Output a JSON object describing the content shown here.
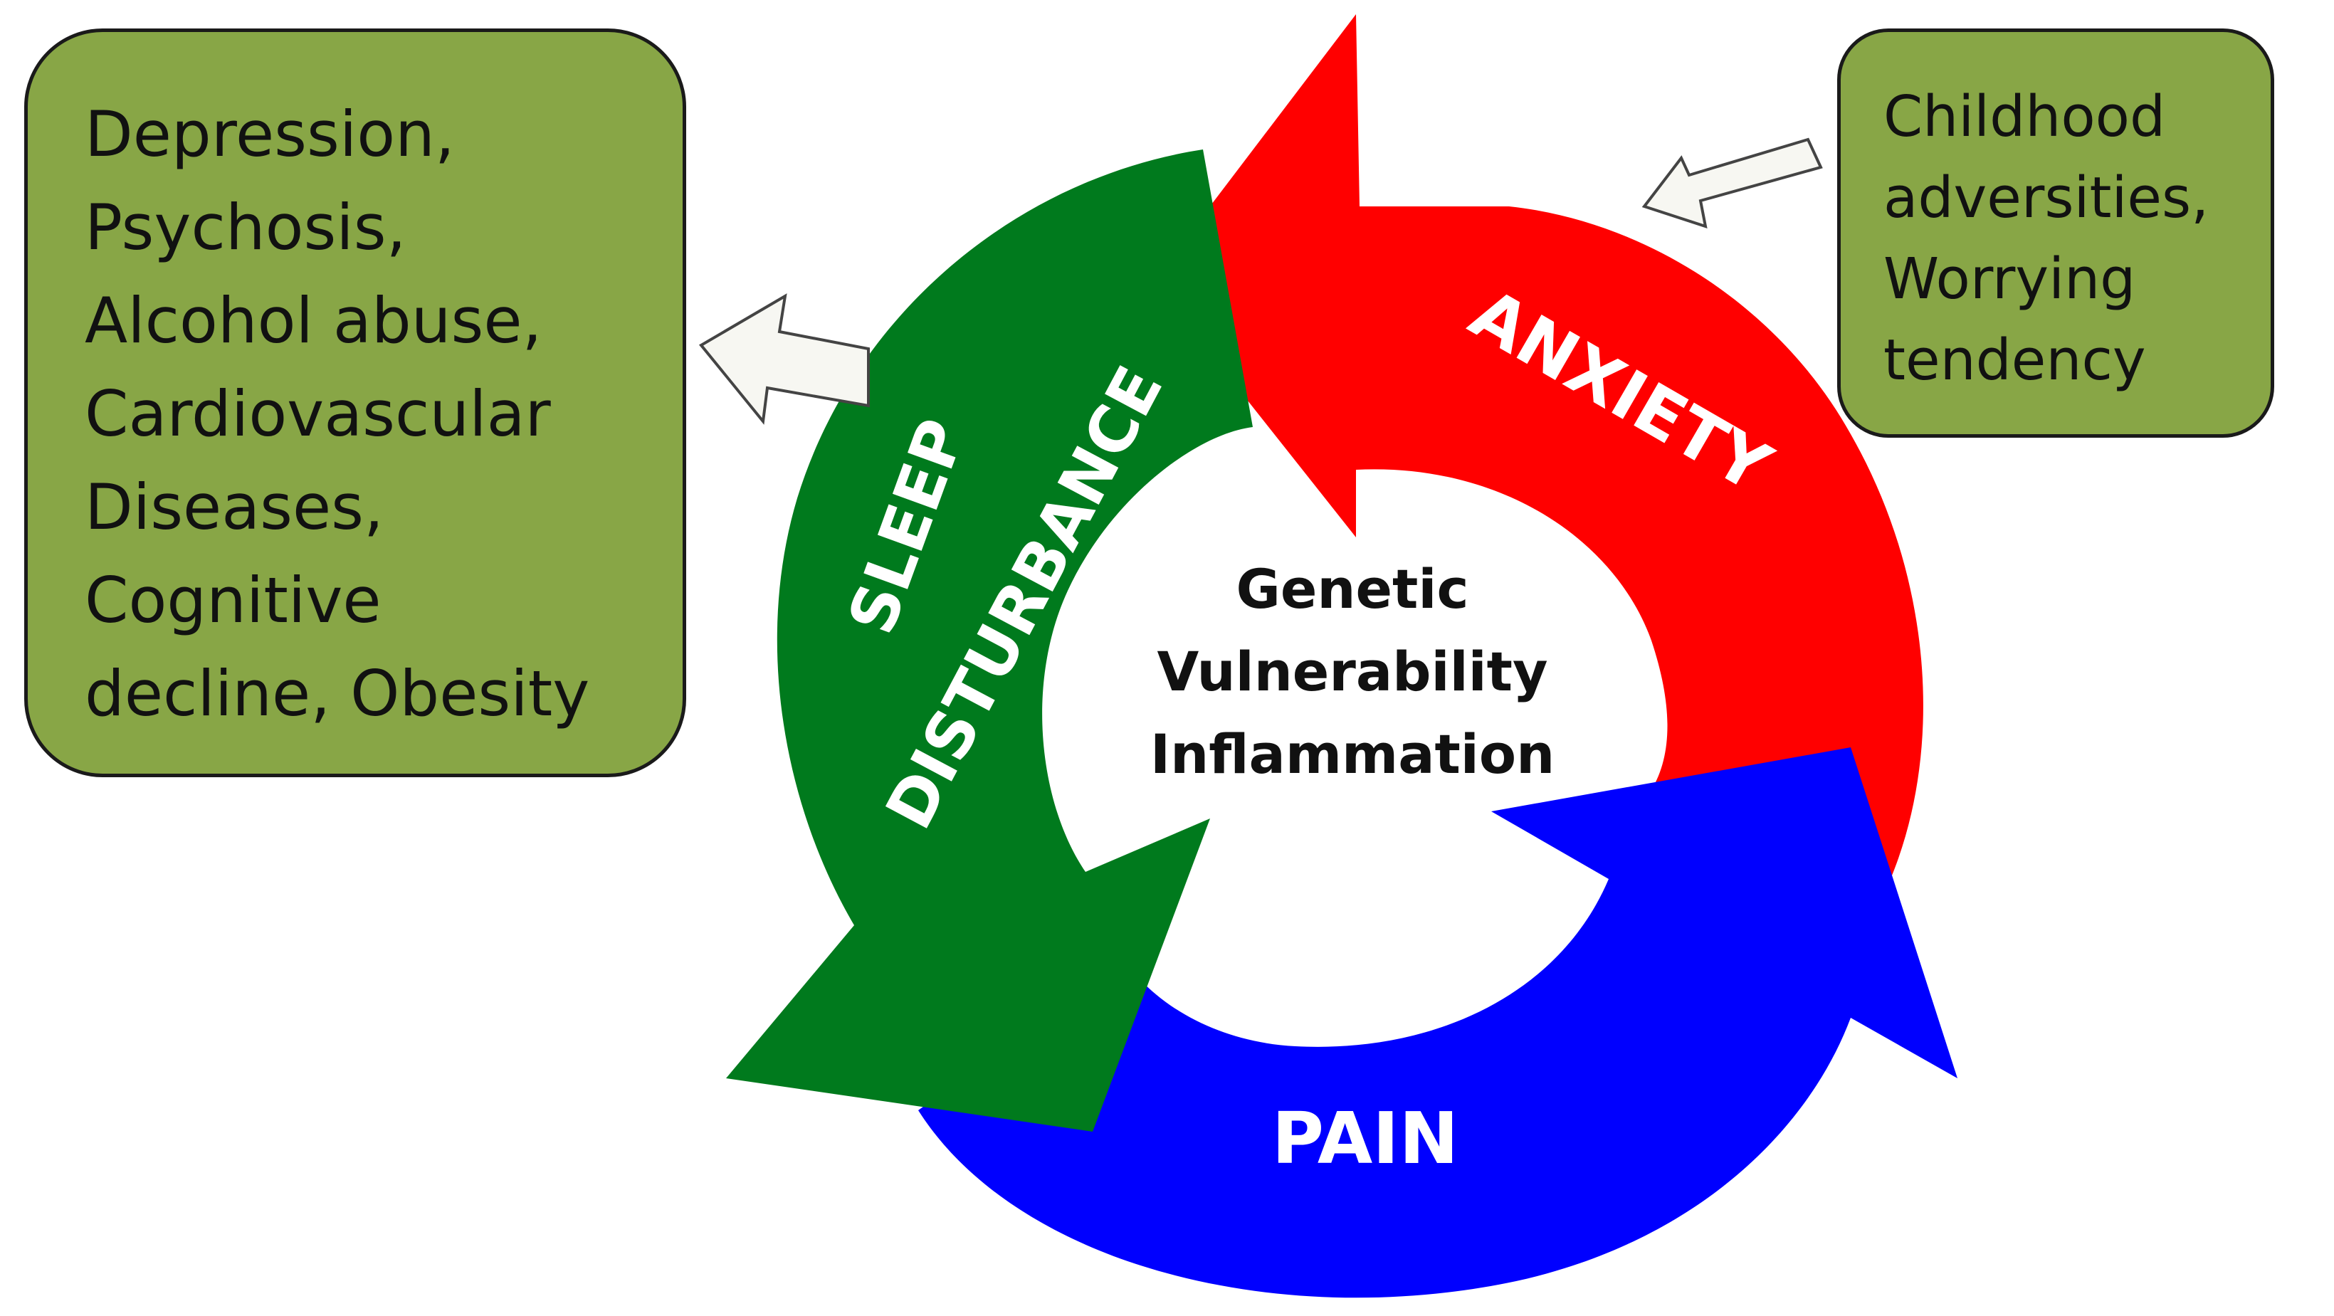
{
  "colors": {
    "box_fill": "#88a646",
    "anxiety": "#ff0000",
    "pain": "#0000ff",
    "sleep": "#007a1d",
    "small_arrow_fill": "#f7f7f2"
  },
  "consequences": {
    "lines": [
      "Depression,",
      "Psychosis,",
      "Alcohol abuse,",
      "Cardiovascular",
      "Diseases,",
      "Cognitive",
      "decline, Obesity"
    ]
  },
  "risk_factors": {
    "lines": [
      "Childhood",
      "adversities,",
      "Worrying",
      "tendency"
    ]
  },
  "center": {
    "lines": [
      "Genetic",
      "Vulnerability",
      "Inflammation"
    ]
  },
  "cycle": {
    "anxiety_label": "ANXIETY",
    "pain_label": "PAIN",
    "sleep_label_1": "SLEEP",
    "sleep_label_2": "DISTURBANCE"
  }
}
